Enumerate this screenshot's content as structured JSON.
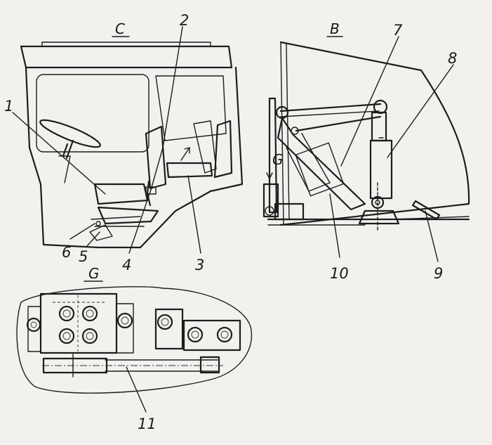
{
  "views": {
    "cab": {
      "letter": "C"
    },
    "side": {
      "letter": "B"
    },
    "section": {
      "letter": "G"
    }
  },
  "callouts": [
    "1",
    "2",
    "3",
    "4",
    "5",
    "6",
    "7",
    "8",
    "9",
    "10",
    "11"
  ]
}
